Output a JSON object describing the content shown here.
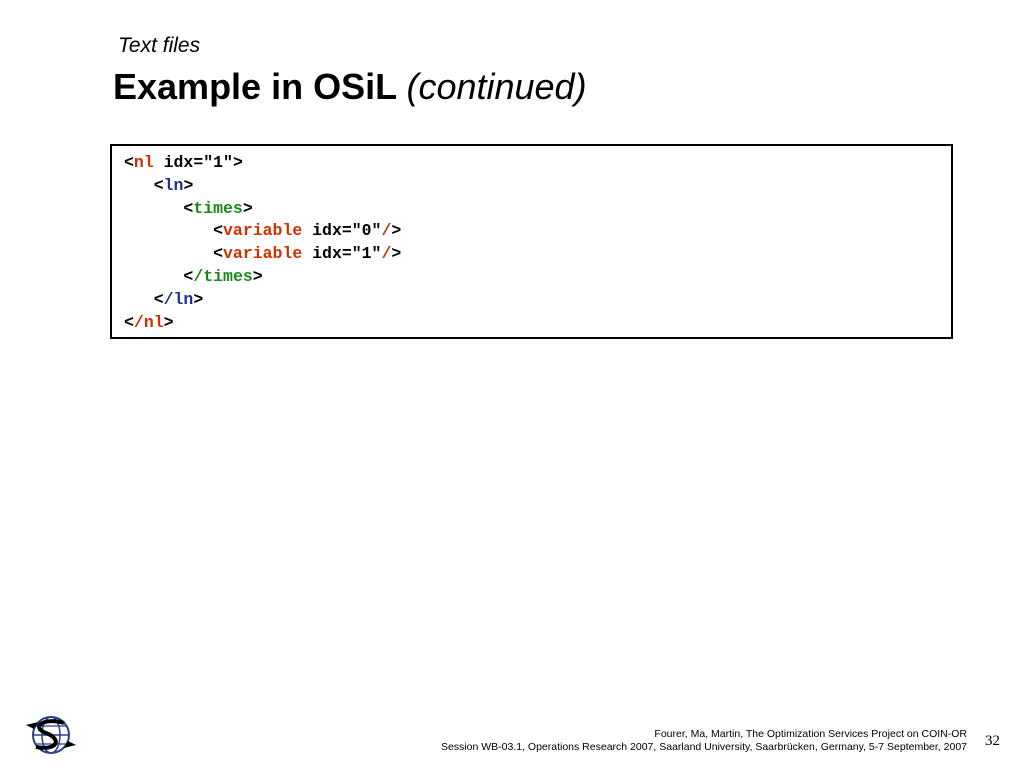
{
  "slide": {
    "subtitle": "Text files",
    "title_main": "Example in OSiL",
    "title_cont": "(continued)"
  },
  "code": {
    "lines": [
      {
        "indent": "",
        "open": "<",
        "slash": "",
        "tag": "nl",
        "tag_color": "red",
        "attrs": " idx=\"1\"",
        "close": ">"
      },
      {
        "indent": "   ",
        "open": "<",
        "slash": "",
        "tag": "ln",
        "tag_color": "blue",
        "attrs": "",
        "close": ">"
      },
      {
        "indent": "      ",
        "open": "<",
        "slash": "",
        "tag": "times",
        "tag_color": "green",
        "attrs": "",
        "close": ">"
      },
      {
        "indent": "         ",
        "open": "<",
        "slash": "",
        "tag": "variable",
        "tag_color": "red",
        "attrs": " idx=\"0\"",
        "close_slash": "/",
        "close": ">"
      },
      {
        "indent": "         ",
        "open": "<",
        "slash": "",
        "tag": "variable",
        "tag_color": "red",
        "attrs": " idx=\"1\"",
        "close_slash": "/",
        "close": ">"
      },
      {
        "indent": "      ",
        "open": "<",
        "slash": "/",
        "tag": "times",
        "tag_color": "green",
        "attrs": "",
        "close": ">"
      },
      {
        "indent": "   ",
        "open": "<",
        "slash": "/",
        "tag": "ln",
        "tag_color": "blue",
        "attrs": "",
        "close": ">"
      },
      {
        "indent": "",
        "open": "<",
        "slash": "/",
        "tag": "nl",
        "tag_color": "red",
        "attrs": "",
        "close": ">"
      }
    ]
  },
  "footer": {
    "line1": "Fourer, Ma, Martin, The Optimization Services Project on COIN-OR",
    "line2": "Session WB-03.1, Operations Research 2007, Saarland University, Saarbrücken, Germany, 5-7 September, 2007",
    "page_number": "32"
  },
  "logo": {
    "icon": "optimization-services-globe-logo",
    "colors": [
      "#2b3f8f",
      "#000000"
    ]
  }
}
